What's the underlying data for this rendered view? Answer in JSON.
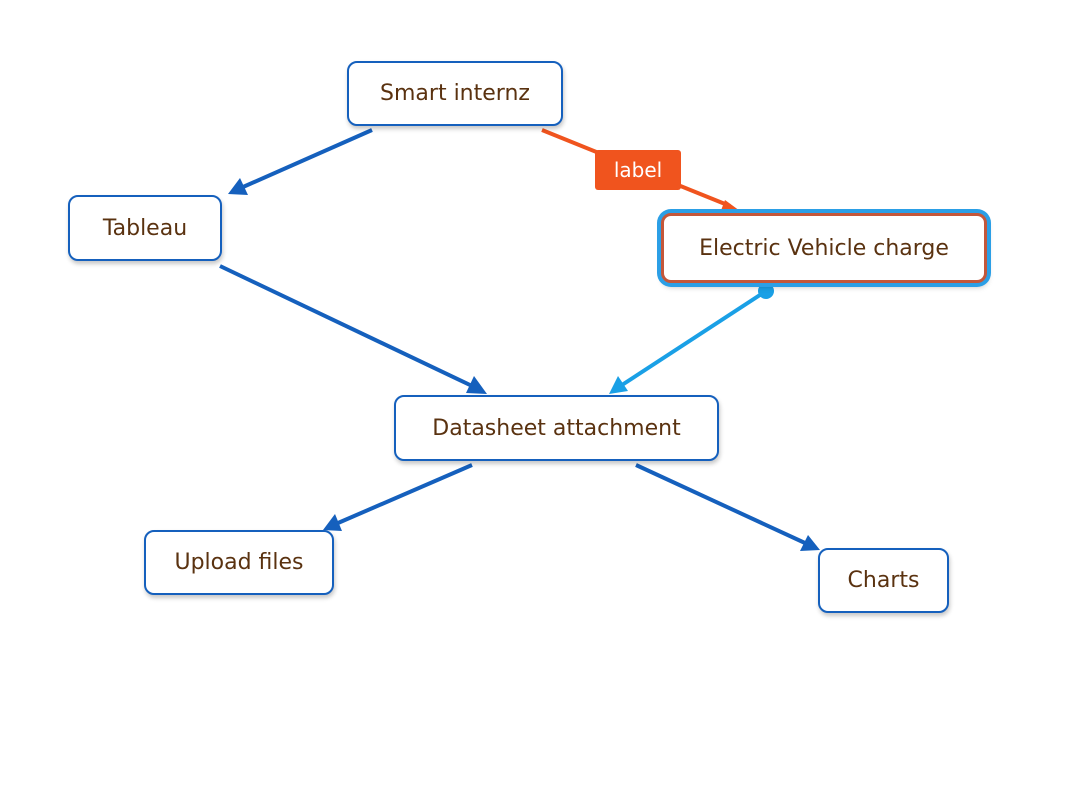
{
  "nodes": {
    "smart_internz": "Smart internz",
    "tableau": "Tableau",
    "ev_charge": "Electric Vehicle charge",
    "datasheet": "Datasheet attachment",
    "upload_files": "Upload files",
    "charts": "Charts"
  },
  "edge_labels": {
    "smart_to_ev": "label"
  },
  "colors": {
    "node_border": "#1560bd",
    "node_text": "#5a3210",
    "edge": "#1560bd",
    "edge_selected": "#1aa0e6",
    "label_edge": "#f0541e",
    "selection_halo": "#2b9fe6",
    "selected_border": "#c4573a"
  }
}
